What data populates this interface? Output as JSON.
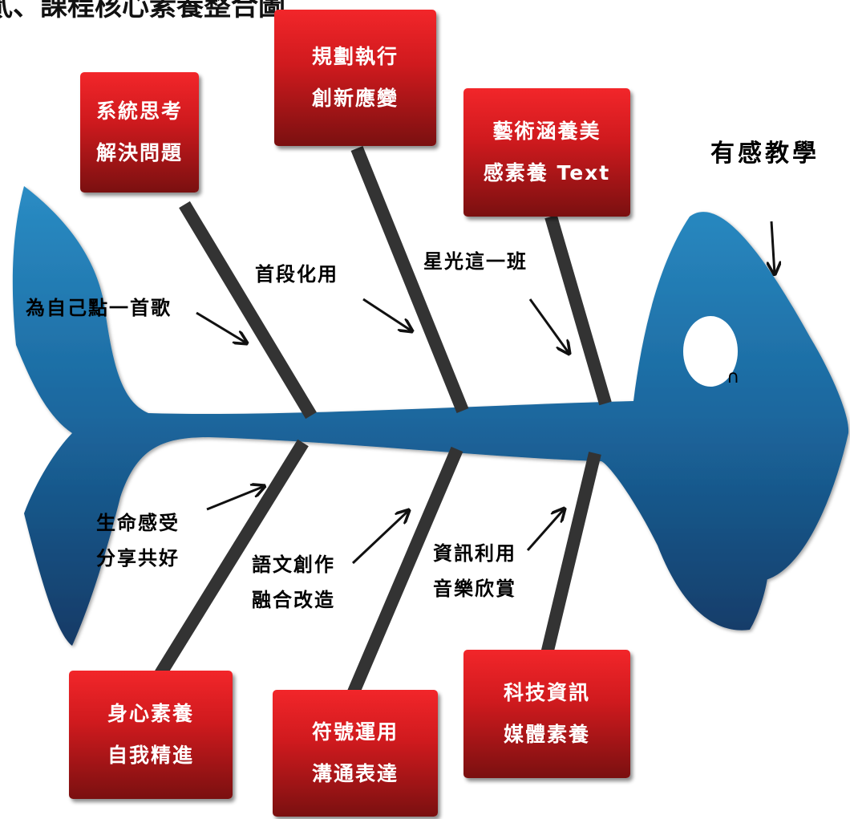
{
  "partial_title": "貳、課程核心素養整合圖",
  "head_title": "有感教學",
  "mouth_mark": "∩",
  "top_boxes": [
    {
      "line1": "系統思考",
      "line2": "解決問題"
    },
    {
      "line1": "規劃執行",
      "line2": "創新應變"
    },
    {
      "line1": "藝術涵養美",
      "line2": "感素養 Text"
    }
  ],
  "bottom_boxes": [
    {
      "line1": "身心素養",
      "line2": "自我精進"
    },
    {
      "line1": "符號運用",
      "line2": "溝通表達"
    },
    {
      "line1": "科技資訊",
      "line2": "媒體素養"
    }
  ],
  "top_labels": [
    "為自己點一首歌",
    "首段化用",
    "星光這一班"
  ],
  "bottom_labels": [
    {
      "line1": "生命感受",
      "line2": "分享共好"
    },
    {
      "line1": "語文創作",
      "line2": "融合改造"
    },
    {
      "line1": "資訊利用",
      "line2": "音樂欣賞"
    }
  ],
  "colors": {
    "fish": "#1a6aa0",
    "box": "#d01a1e",
    "bone": "#333333"
  }
}
